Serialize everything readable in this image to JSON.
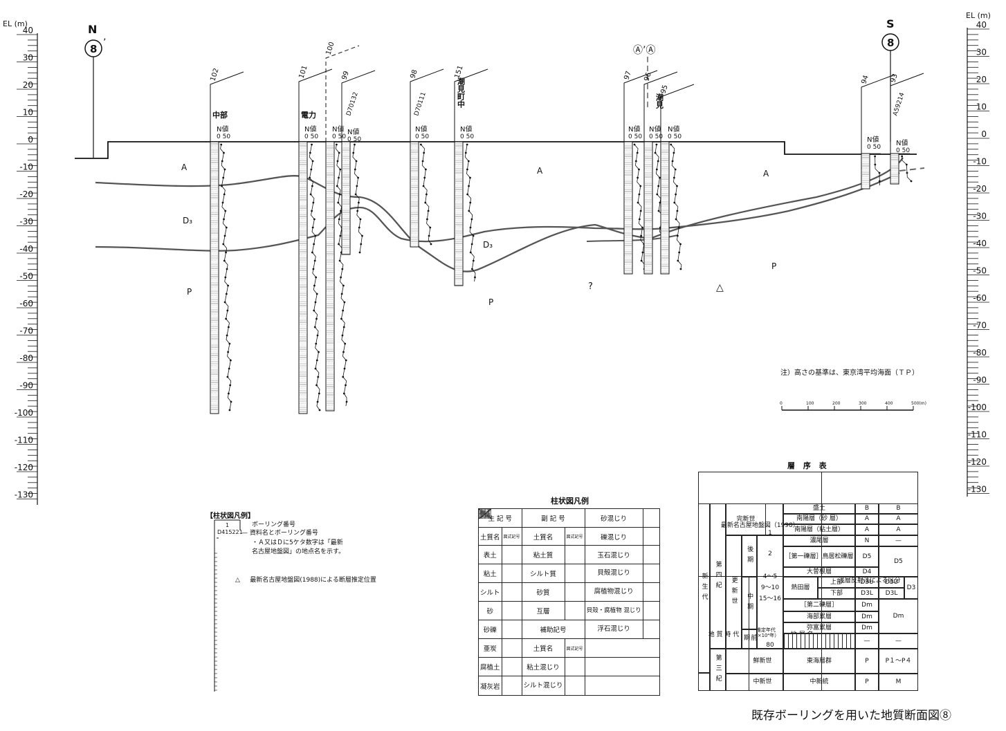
{
  "axes": {
    "unit_label": "EL (m)",
    "ticks": [
      40,
      30,
      20,
      10,
      0,
      -10,
      -20,
      -30,
      -40,
      -50,
      -60,
      -70,
      -80,
      -90,
      -100,
      -110,
      -120,
      -130
    ]
  },
  "ends": {
    "left_dir": "N",
    "left_mark": "8",
    "left_prime": "’",
    "right_dir": "S",
    "right_mark": "8",
    "cross_mark": "Ⓐ’Ⓐ"
  },
  "borings": [
    {
      "id": "102",
      "site": "中部"
    },
    {
      "id": "101",
      "site": "電力"
    },
    {
      "id": "100",
      "site": ""
    },
    {
      "id": "99",
      "code": "D70132"
    },
    {
      "id": "98",
      "code": "D70111"
    },
    {
      "id": "151",
      "site": "潮見町中"
    },
    {
      "id": "97"
    },
    {
      "id": "96",
      "site": "潮見"
    },
    {
      "id": "95"
    },
    {
      "id": "94"
    },
    {
      "id": "93",
      "code": "A59214"
    }
  ],
  "nvalue_label": "N値",
  "nvalue_scale": "0 50",
  "strata": {
    "A": "A",
    "D3": "D₃",
    "P": "P",
    "q": "?",
    "tri": "△"
  },
  "note": "注）高さの基準は、東京湾平均海面（ＴＰ）",
  "scalebar": {
    "labels": [
      "0",
      "100",
      "200",
      "300",
      "400",
      "500(m)"
    ]
  },
  "legend_boring": {
    "title": "【柱状図凡例】",
    "sample_no": "1",
    "sample_code": "D415221",
    "l1": "ボーリング番号",
    "l2": "資料名とボーリング番号",
    "l3": "・Ａ又はＤに5ケタ数字は「最新",
    "l4": "名古屋地盤図」の地点名を示す。",
    "l5": "最新名古屋地盤図(1988)による断層推定位置"
  },
  "legend_soil": {
    "title": "柱状図凡例",
    "h_main": "主 記 号",
    "h_sub": "副 記 号",
    "h_mix": "砂混じり",
    "col_name": "土質名",
    "col_sym": "図式記号",
    "main": [
      "表土",
      "粘土",
      "シルト",
      "砂",
      "砂礫",
      "亜炭",
      "腐植土",
      "凝灰岩"
    ],
    "sub": [
      "粘土質",
      "シルト質",
      "砂質",
      "互層"
    ],
    "aux": "補助記号",
    "aux_items": [
      "粘土混じり",
      "シルト混じり"
    ],
    "mix": [
      "礫混じり",
      "玉石混じり",
      "貝殻混じり",
      "腐植物混じり",
      "貝殻・腐植物 混じり",
      "浮石混じり"
    ]
  },
  "strat_table": {
    "title": "層 序 表",
    "source": "最新名古屋地盤図（1998）",
    "h_era": "地 質 時 代",
    "h_age": "推定年代（×10⁴年）",
    "h_name": "地 層 名",
    "h_sym": "記号",
    "h_seis": "浅層反射法による区分",
    "era1": "新生代",
    "period1": "第四紀",
    "period2": "第三紀",
    "epoch_holo": "完新世",
    "epoch_pleist": "更新世",
    "sub_late": "後期",
    "sub_mid": "中期",
    "sub_early": "前期",
    "epoch_plio": "鮮新世",
    "epoch_mio": "中新世",
    "ages": [
      "1",
      "2",
      "4〜5",
      "9〜10",
      "15〜16",
      "80"
    ],
    "rows": [
      {
        "name": "盛土",
        "sym": "B",
        "seis": "B"
      },
      {
        "name": "南陽層（砂 層）",
        "sym": "A",
        "seis": "A"
      },
      {
        "name": "南陽層（粘土層）",
        "sym": "A",
        "seis": "A"
      },
      {
        "name": "濃尾層",
        "sym": "N",
        "seis": "—"
      },
      {
        "name": "［第一礫層］鳥居松礫層",
        "sym": "D5",
        "seis": "D5"
      },
      {
        "name": "大曽根層",
        "sym": "D4",
        "seis": ""
      },
      {
        "name": "熱田層",
        "name2": "上部",
        "sym": "D3U",
        "seis": "D3U",
        "seis2": "D3"
      },
      {
        "name": "",
        "name2": "下部",
        "sym": "D3L",
        "seis": "D3L"
      },
      {
        "name": "［第二礫層］",
        "sym": "Dm",
        "seis": "Dm"
      },
      {
        "name": "海部累層",
        "sym": "Dm",
        "seis": ""
      },
      {
        "name": "弥富累層",
        "sym": "Dm",
        "seis": ""
      },
      {
        "name": "",
        "sym": "—",
        "seis": "—"
      },
      {
        "name": "東海層群",
        "sym": "P",
        "seis": "P１〜P４"
      },
      {
        "name": "中新統",
        "sym": "P",
        "seis": "M"
      }
    ]
  },
  "figure_title": "既存ボーリングを用いた地質断面図⑧"
}
